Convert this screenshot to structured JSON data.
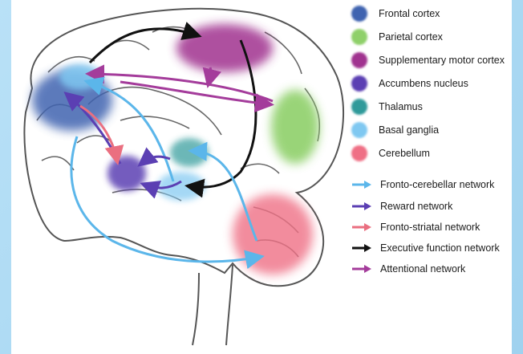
{
  "regions": [
    {
      "label": "Frontal cortex",
      "color": "#3f63b0"
    },
    {
      "label": "Parietal cortex",
      "color": "#8fd06a"
    },
    {
      "label": "Supplementary motor cortex",
      "color": "#a0328f"
    },
    {
      "label": "Accumbens nucleus",
      "color": "#5b3fb3"
    },
    {
      "label": "Thalamus",
      "color": "#2f9a9a"
    },
    {
      "label": "Basal ganglia",
      "color": "#7fc8f1"
    },
    {
      "label": "Cerebellum",
      "color": "#ef6f85"
    }
  ],
  "networks": [
    {
      "label": "Fronto-cerebellar network",
      "color": "#5bb6ea"
    },
    {
      "label": "Reward network",
      "color": "#5b3fb3"
    },
    {
      "label": "Fronto-striatal network",
      "color": "#ea6f80"
    },
    {
      "label": "Executive function network",
      "color": "#111111"
    },
    {
      "label": "Attentional network",
      "color": "#a43c9b"
    }
  ]
}
